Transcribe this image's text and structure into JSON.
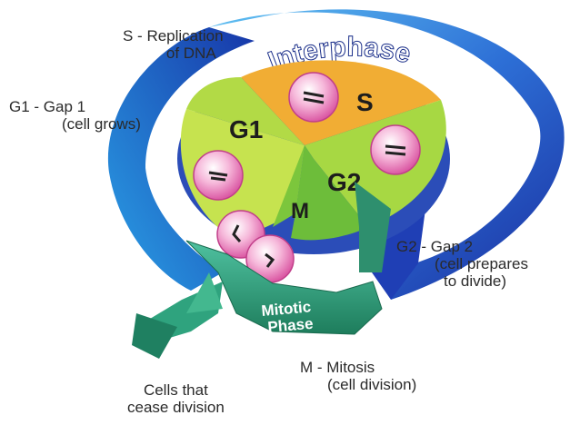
{
  "diagram": {
    "title": "Interphase",
    "phases": {
      "g1": "G1",
      "s": "S",
      "g2": "G2",
      "m": "M"
    },
    "mitotic_phase": [
      "Mitotic",
      "Phase"
    ],
    "labels": {
      "s": [
        "S - Replication",
        "of DNA"
      ],
      "g1": [
        "G1 - Gap 1",
        "(cell grows)"
      ],
      "g2": [
        "G2 - Gap 2",
        "(cell prepares",
        "to divide)"
      ],
      "m": [
        "M - Mitosis",
        "(cell division)"
      ],
      "exit": [
        "Cells that",
        "cease division"
      ]
    },
    "colors": {
      "ring_dark": "#1f3fb5",
      "ring_light": "#3aa3e8",
      "g1": "#b8e04a",
      "s": "#f2a92f",
      "g2": "#9fd63f",
      "m": "#6fbf3a",
      "arrow_green": "#2e9a7a",
      "cell_pink": "#e879b8"
    }
  }
}
